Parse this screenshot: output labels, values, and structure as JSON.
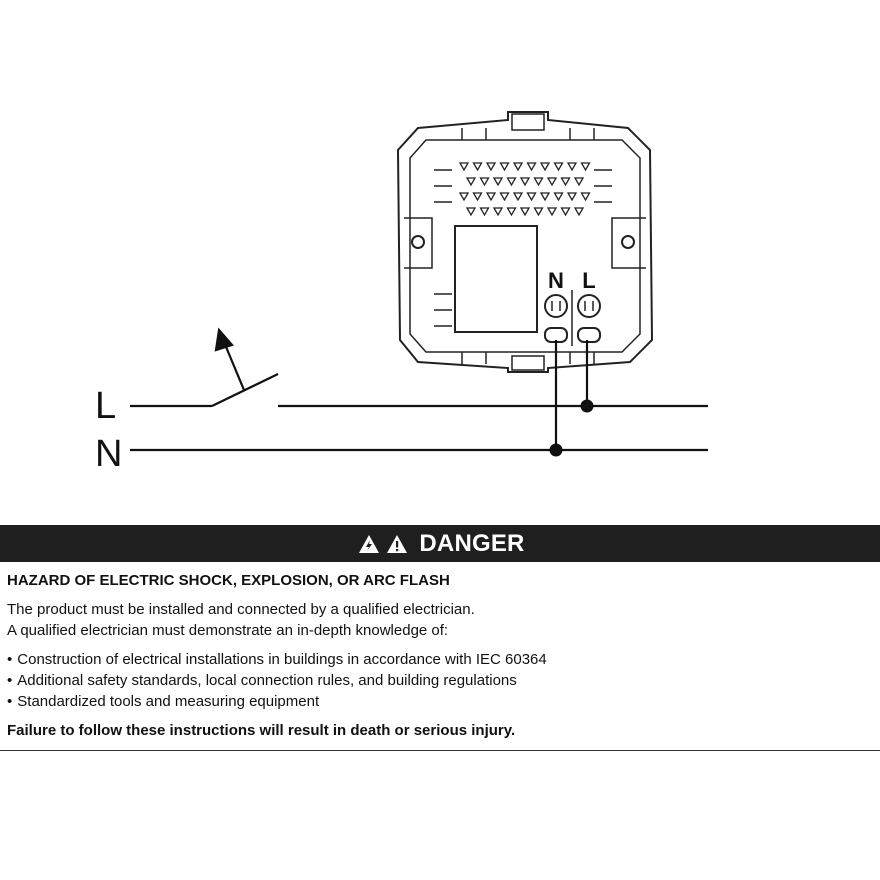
{
  "diagram": {
    "line_label": "L",
    "neutral_label": "N",
    "terminal_neutral": "N",
    "terminal_line": "L"
  },
  "warning": {
    "title": "DANGER",
    "hazard": "HAZARD OF ELECTRIC SHOCK, EXPLOSION, OR ARC FLASH",
    "intro": [
      "The product must be installed and connected by a qualified electrician.",
      "A qualified electrician must demonstrate an in-depth knowledge of:"
    ],
    "bullets": [
      "Construction of electrical installations in buildings in accordance with IEC 60364",
      "Additional safety standards, local connection rules, and building regulations",
      "Standardized tools and measuring equipment"
    ],
    "failure": "Failure to follow these instructions will result in death or serious injury.",
    "colors": {
      "bar": "#1f1f1f",
      "bar_text": "#ffffff"
    }
  }
}
